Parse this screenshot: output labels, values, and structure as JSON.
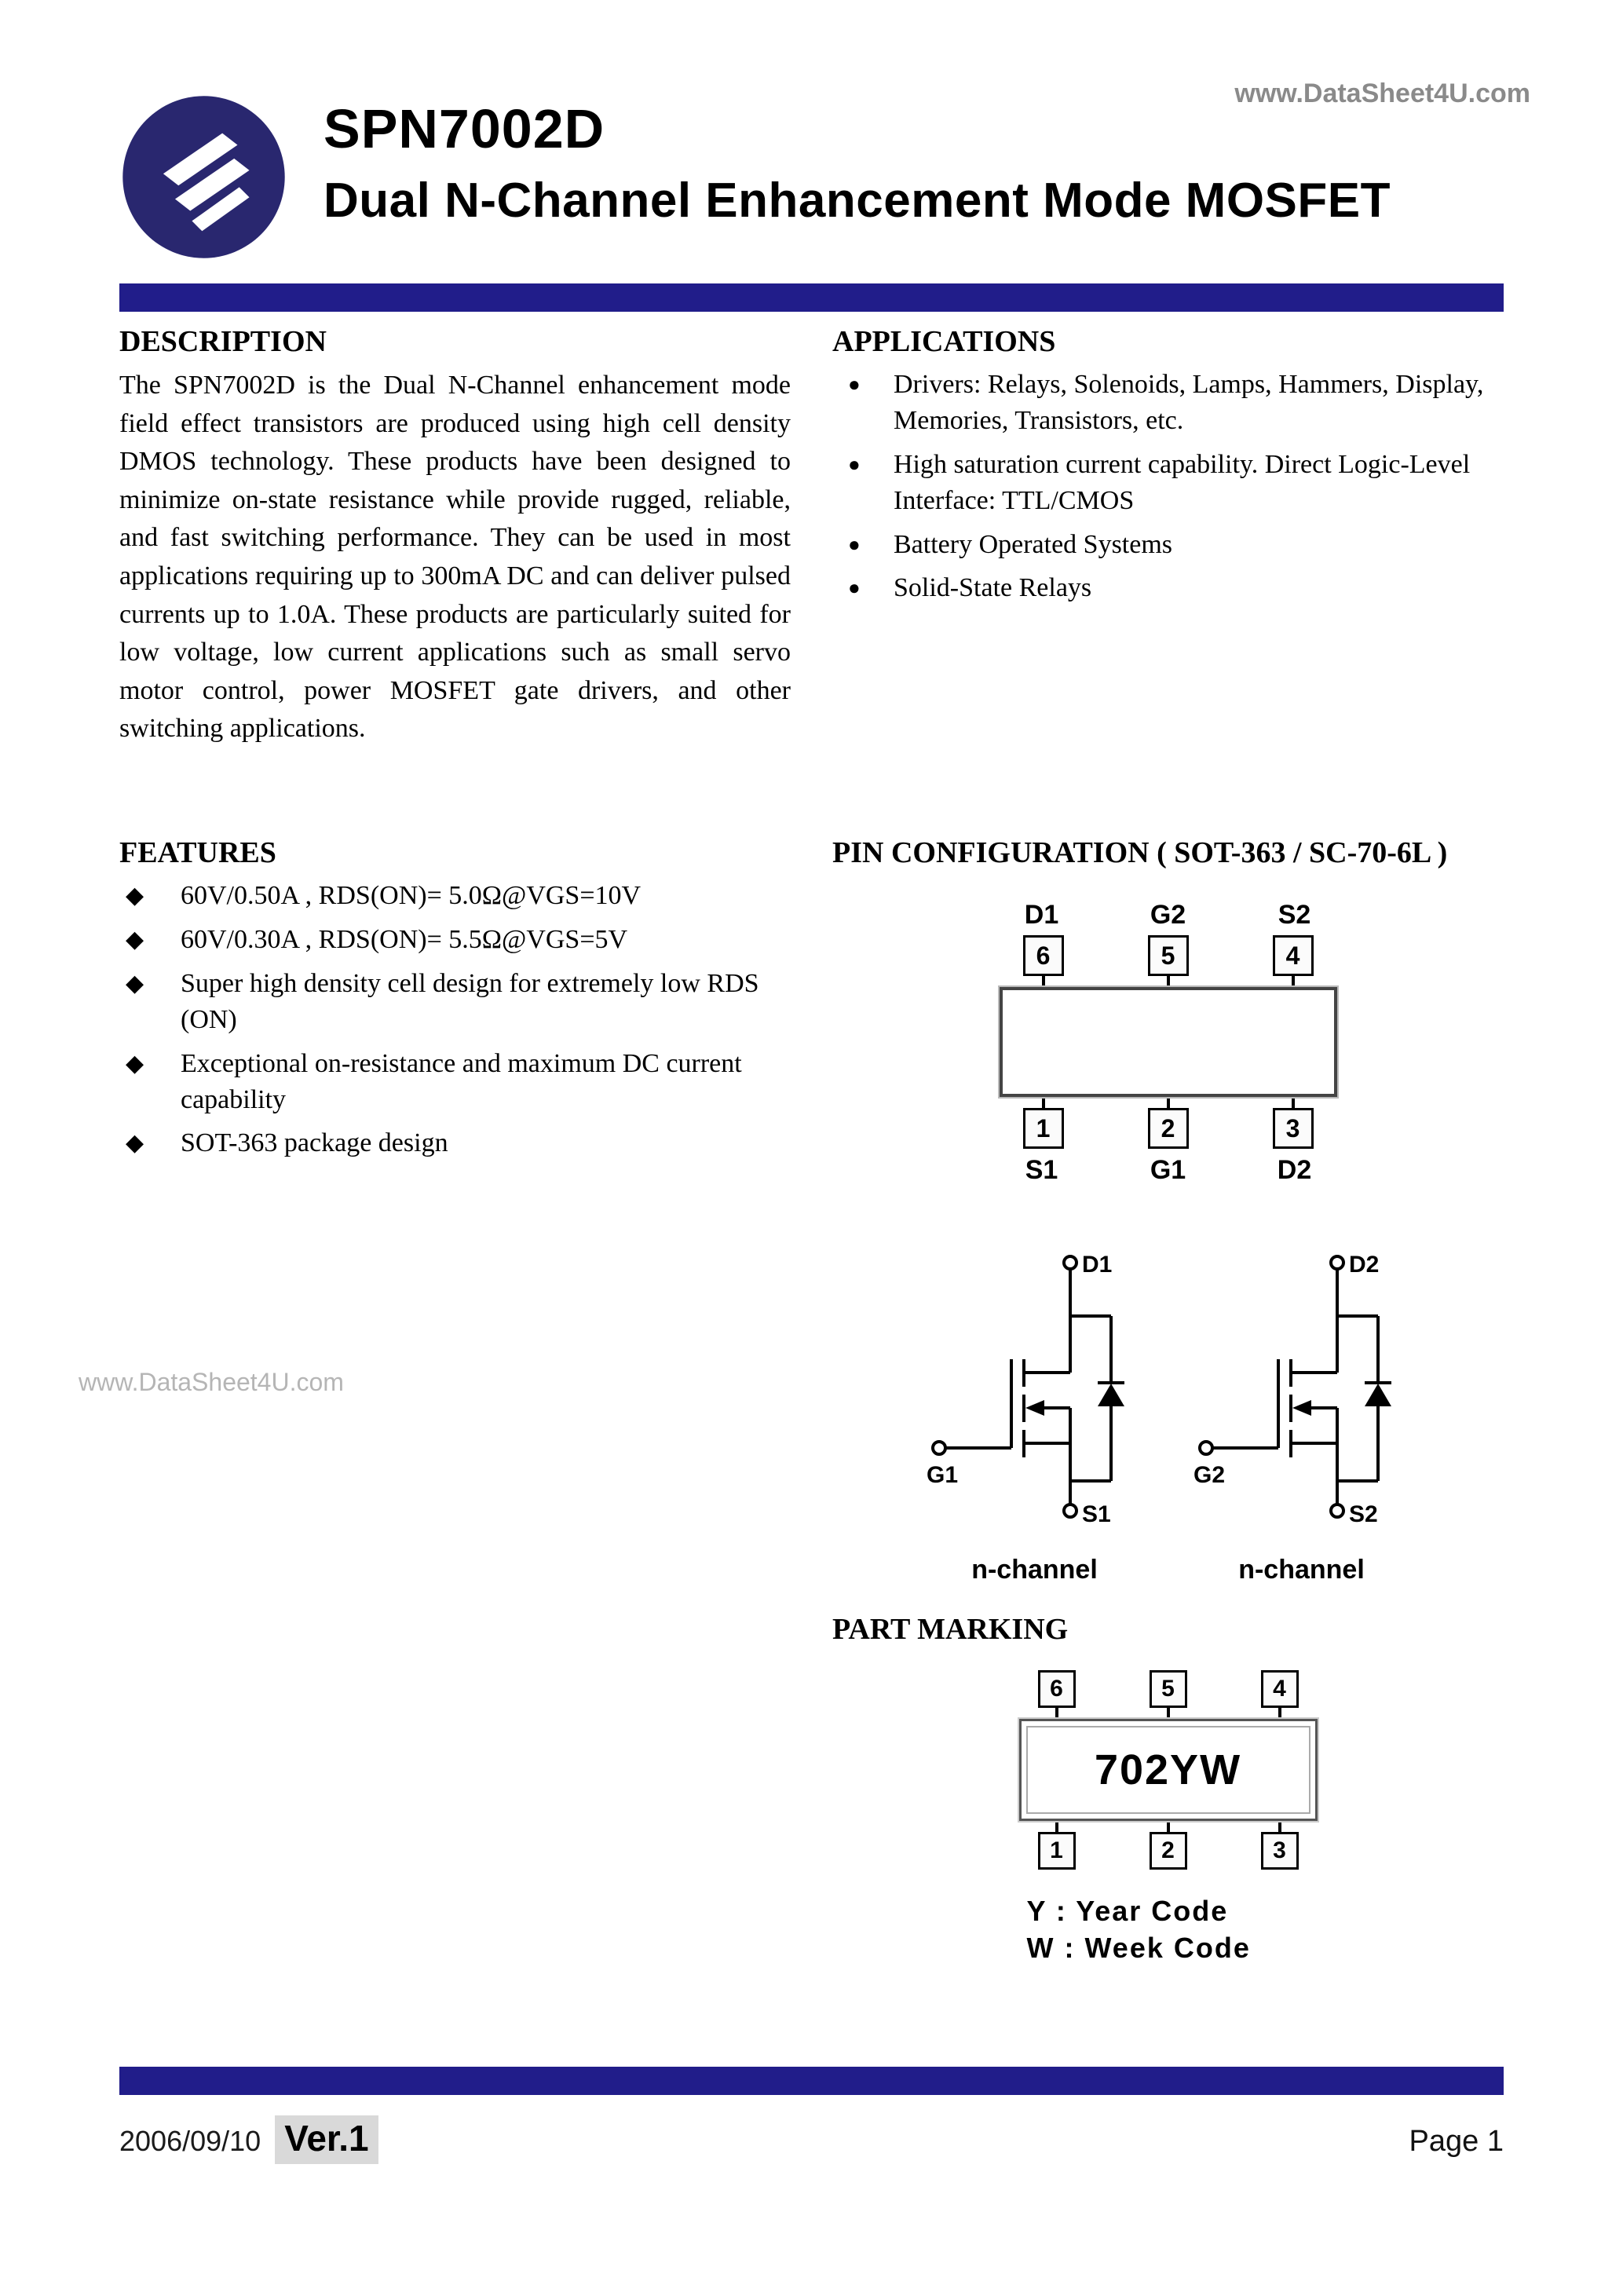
{
  "watermarks": {
    "top": "www.DataSheet4U.com",
    "mid": "www.DataSheet4U.com"
  },
  "header": {
    "part_number": "SPN7002D",
    "subtitle": "Dual N-Channel Enhancement Mode MOSFET"
  },
  "description": {
    "heading": "DESCRIPTION",
    "body": "The SPN7002D is the Dual N-Channel enhancement mode field effect transistors are produced using high cell density DMOS technology. These products have been designed to minimize on-state resistance while provide rugged, reliable, and fast switching performance. They can be used in most applications requiring up to 300mA DC and can deliver pulsed currents up to 1.0A. These products are particularly suited for low voltage, low current applications such as small servo motor control, power MOSFET gate drivers, and other switching applications."
  },
  "applications": {
    "heading": "APPLICATIONS",
    "items": [
      "Drivers: Relays, Solenoids, Lamps, Hammers, Display, Memories, Transistors, etc.",
      "High saturation current capability. Direct Logic-Level Interface: TTL/CMOS",
      "Battery Operated Systems",
      "Solid-State Relays"
    ]
  },
  "features": {
    "heading": "FEATURES",
    "items": [
      "60V/0.50A , RDS(ON)= 5.0Ω@VGS=10V",
      "60V/0.30A , RDS(ON)= 5.5Ω@VGS=5V",
      "Super high density cell design for extremely low RDS (ON)",
      "Exceptional on-resistance and maximum DC current capability",
      "SOT-363 package design"
    ]
  },
  "pin_configuration": {
    "heading": "PIN CONFIGURATION ( SOT-363 / SC-70-6L )",
    "top_labels": [
      "D1",
      "G2",
      "S2"
    ],
    "top_pins": [
      "6",
      "5",
      "4"
    ],
    "bottom_pins": [
      "1",
      "2",
      "3"
    ],
    "bottom_labels": [
      "S1",
      "G1",
      "D2"
    ],
    "schematics": [
      {
        "drain": "D1",
        "gate": "G1",
        "source": "S1",
        "caption": "n-channel"
      },
      {
        "drain": "D2",
        "gate": "G2",
        "source": "S2",
        "caption": "n-channel"
      }
    ]
  },
  "part_marking": {
    "heading": "PART MARKING",
    "top_pins": [
      "6",
      "5",
      "4"
    ],
    "bottom_pins": [
      "1",
      "2",
      "3"
    ],
    "marking": "702YW",
    "notes": [
      "Y : Year Code",
      "W : Week Code"
    ]
  },
  "footer": {
    "date": "2006/09/10",
    "version": "Ver.1",
    "page": "Page 1"
  },
  "colors": {
    "accent_bar": "#211d8a",
    "logo": "#29276f",
    "version_badge_bg": "#d9d9d9",
    "watermark_gray": "#8a8a8a"
  }
}
